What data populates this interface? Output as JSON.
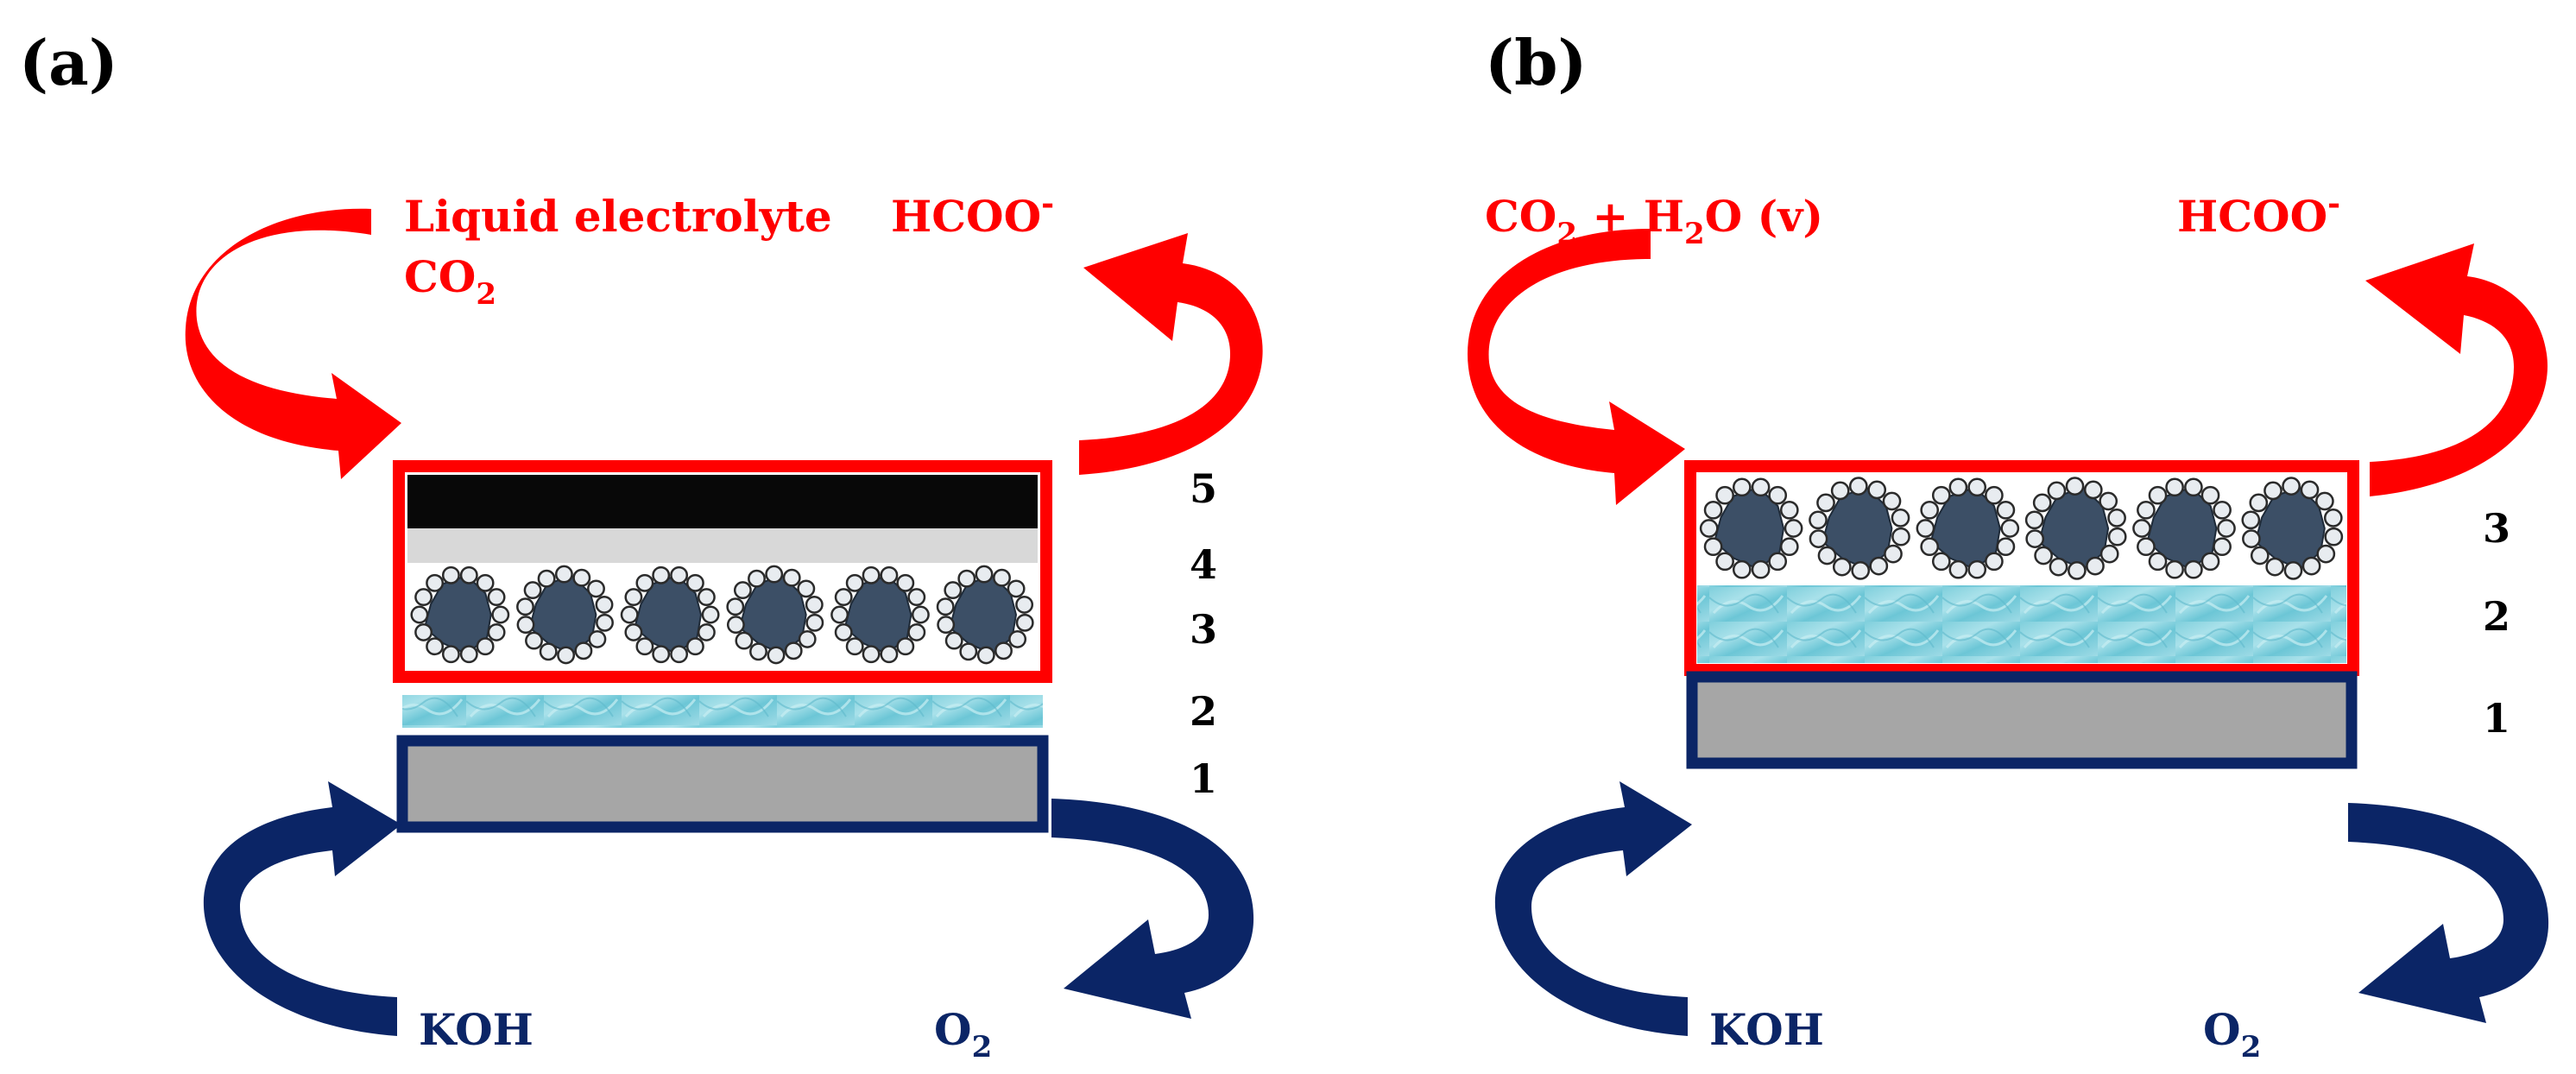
{
  "colors": {
    "red": "#ff0000",
    "navy": "#0b2566",
    "black": "#080808",
    "light_gray": "#d8d8d8",
    "plate_gray": "#a6a6a6",
    "membrane": "#86d2df",
    "particle": "#3c4f66"
  },
  "panel_a": {
    "label": "(a)",
    "inlet_label_line1": "Liquid electrolyte",
    "inlet_label_line2_main": "CO",
    "inlet_label_line2_sub": "2",
    "product_main": "HCOO",
    "product_sup": "-",
    "base_in": "KOH",
    "base_out_main": "O",
    "base_out_sub": "2",
    "layer_numbers": [
      "5",
      "4",
      "3",
      "2",
      "1"
    ],
    "particle_count": 6
  },
  "panel_b": {
    "label": "(b)",
    "inlet_co": "CO",
    "inlet_co_sub": "2",
    "inlet_plus": " + H",
    "inlet_h_sub": "2",
    "inlet_rest": "O (v)",
    "product_main": "HCOO",
    "product_sup": "-",
    "base_in": "KOH",
    "base_out_main": "O",
    "base_out_sub": "2",
    "layer_numbers": [
      "3",
      "2",
      "1"
    ],
    "particle_count": 6
  }
}
